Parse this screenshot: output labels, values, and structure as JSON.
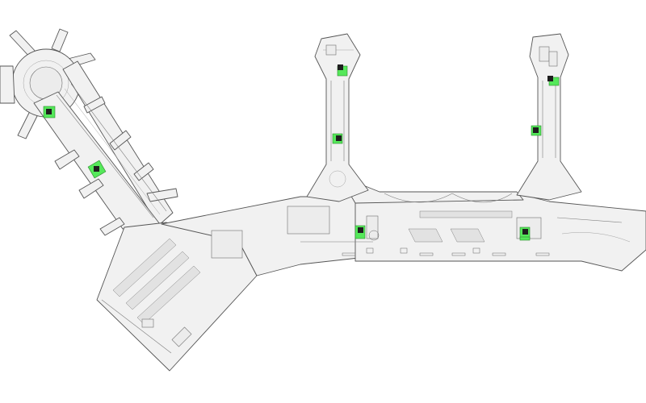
{
  "map": {
    "colors": {
      "background": "#ffffff",
      "floor": "#f1f1f1",
      "outline": "#555555",
      "highlight": "#55e85a",
      "icon": "#1e1e1e"
    },
    "highlighted_areas": [
      {
        "id": "area-1",
        "icon": "restroom-icon"
      },
      {
        "id": "area-2",
        "icon": "restroom-icon"
      },
      {
        "id": "area-3",
        "icon": "restroom-icon"
      },
      {
        "id": "area-4",
        "icon": "restroom-icon"
      },
      {
        "id": "area-5",
        "icon": "restroom-icon"
      },
      {
        "id": "area-6",
        "icon": "restroom-icon"
      },
      {
        "id": "area-7",
        "icon": "restroom-icon"
      },
      {
        "id": "area-8",
        "icon": "restroom-icon"
      },
      {
        "id": "area-9",
        "icon": "restroom-icon"
      }
    ]
  }
}
